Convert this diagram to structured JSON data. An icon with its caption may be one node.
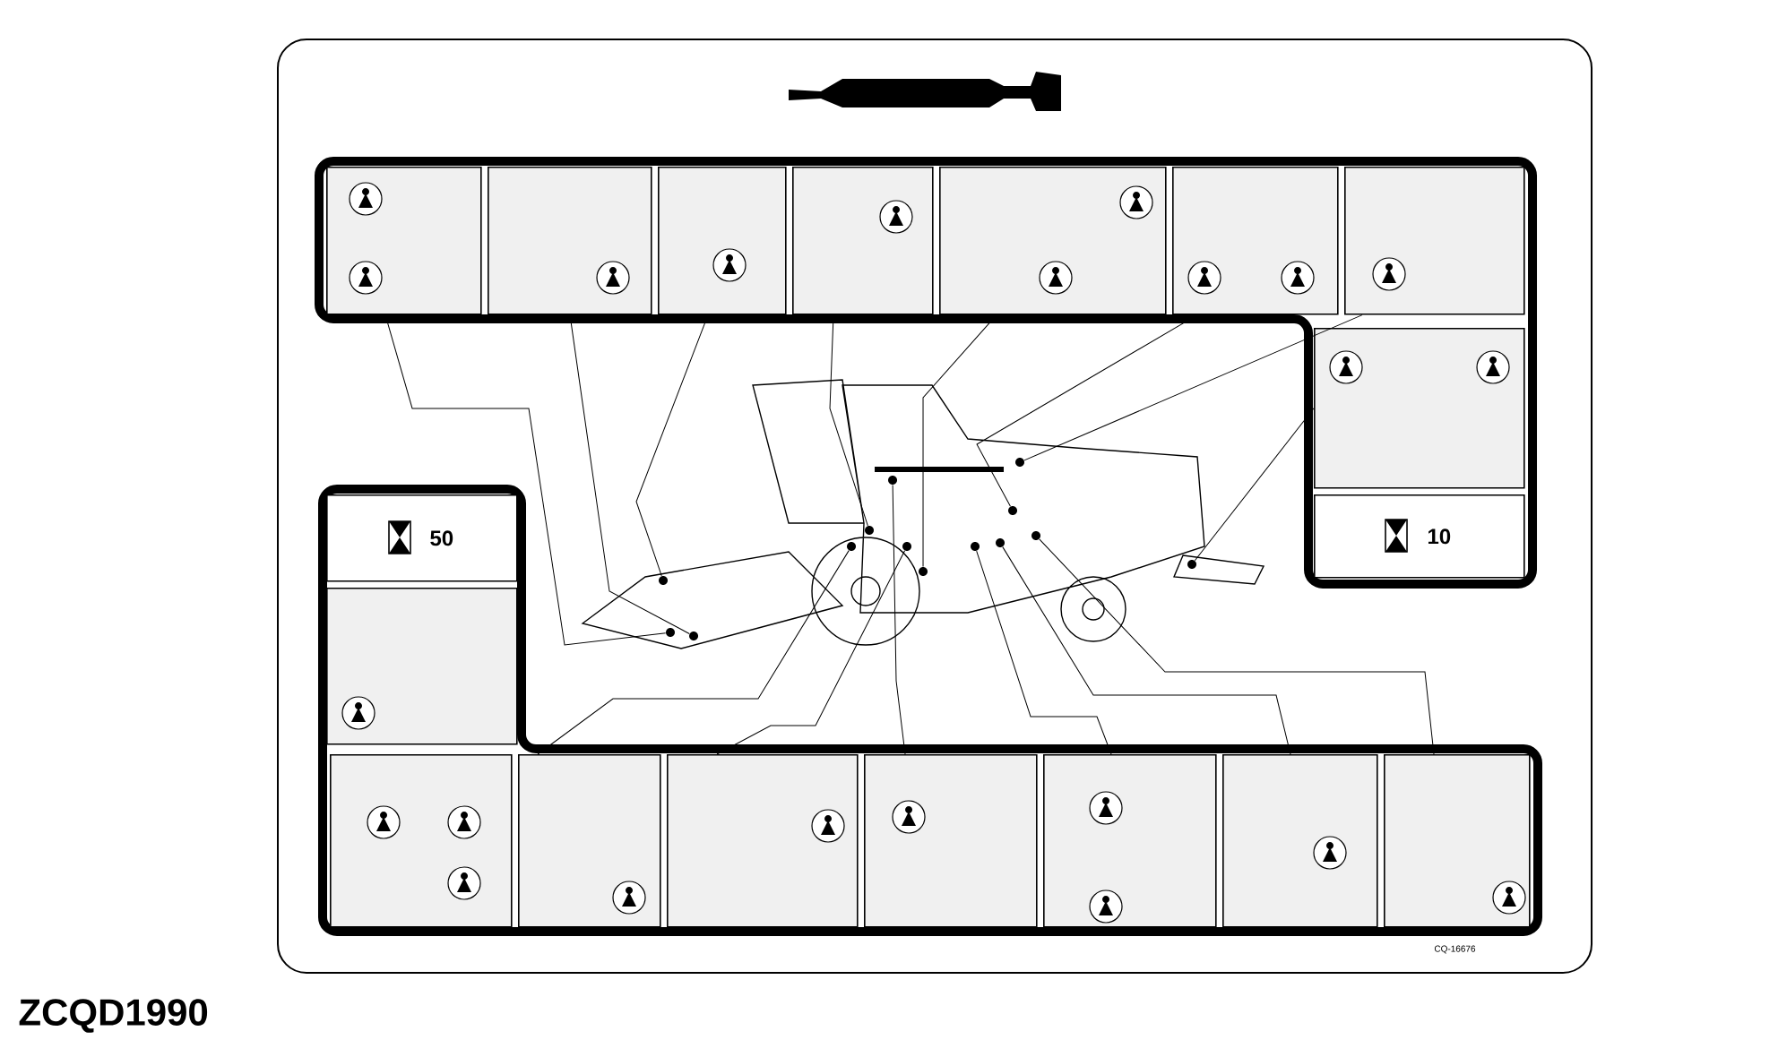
{
  "diagram": {
    "nodes": [
      {
        "text": [],
        "shape": "picture"
      },
      {
        "text": [],
        "shape": "picture"
      },
      {
        "text": [],
        "shape": "picture"
      },
      {
        "text": [],
        "shape": "picture"
      },
      {
        "text": [],
        "shape": "picture"
      },
      {
        "text": [],
        "shape": "picture"
      },
      {
        "text": [],
        "shape": "picture"
      },
      {
        "text": [],
        "shape": "picture"
      },
      {
        "text": [
          "10"
        ]
      },
      {
        "text": [
          "50"
        ]
      },
      {
        "text": [],
        "shape": "picture"
      },
      {
        "text": [],
        "shape": "picture"
      },
      {
        "text": [],
        "shape": "picture"
      },
      {
        "text": [],
        "shape": "picture"
      },
      {
        "text": [],
        "shape": "picture"
      },
      {
        "text": [],
        "shape": "picture"
      },
      {
        "text": [],
        "shape": "picture"
      },
      {
        "text": [],
        "shape": "picture"
      },
      {
        "text": [],
        "shape": "circle"
      },
      {
        "text": [],
        "shape": "circle"
      },
      {
        "text": [],
        "shape": "circle"
      },
      {
        "text": [],
        "shape": "circle"
      },
      {
        "text": [],
        "shape": "circle"
      },
      {
        "text": [],
        "shape": "circle"
      },
      {
        "text": [],
        "shape": "circle"
      },
      {
        "text": [],
        "shape": "circle"
      },
      {
        "text": [],
        "shape": "circle"
      },
      {
        "text": [],
        "shape": "circle"
      },
      {
        "text": [],
        "shape": "circle"
      },
      {
        "text": [],
        "shape": "circle"
      },
      {
        "text": [],
        "shape": "circle"
      },
      {
        "text": [],
        "shape": "circle"
      }
    ],
    "edges": [
      {
        "from": 0,
        "to": 18,
        "arrow": "none"
      },
      {
        "from": 1,
        "to": 19,
        "arrow": "none"
      },
      {
        "from": 2,
        "to": 20,
        "arrow": "none"
      },
      {
        "from": 3,
        "to": 21,
        "arrow": "none"
      },
      {
        "from": 4,
        "to": 22,
        "arrow": "none"
      },
      {
        "from": 5,
        "to": 23,
        "arrow": "none"
      },
      {
        "from": 6,
        "to": 24,
        "arrow": "none"
      },
      {
        "from": 7,
        "to": 25,
        "arrow": "none"
      },
      {
        "from": 12,
        "to": 26,
        "arrow": "none"
      },
      {
        "from": 13,
        "to": 27,
        "arrow": "none"
      },
      {
        "from": 14,
        "to": 28,
        "arrow": "none"
      },
      {
        "from": 15,
        "to": 29,
        "arrow": "none"
      },
      {
        "from": 16,
        "to": 30,
        "arrow": "none"
      },
      {
        "from": 17,
        "to": 31,
        "arrow": "none"
      }
    ],
    "labels": [
      "CQ-16676",
      "ZCQD1990"
    ]
  }
}
